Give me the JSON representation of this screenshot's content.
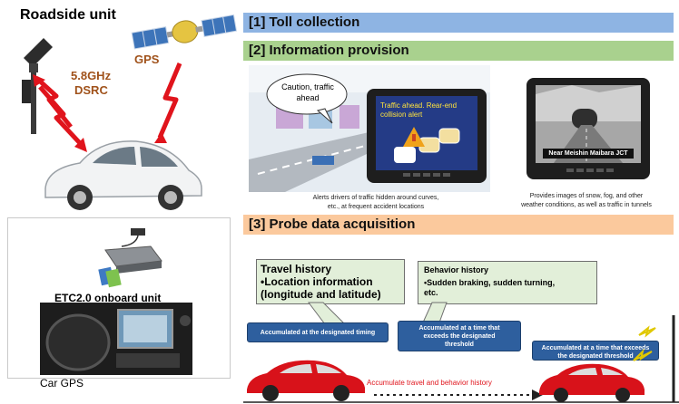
{
  "left": {
    "title": "Roadside unit",
    "dsrc_freq": "5.8GHz",
    "dsrc_label": "DSRC",
    "gps_label": "GPS",
    "onboard_label": "ETC2.0 onboard unit",
    "car_gps_label": "Car GPS"
  },
  "sections": {
    "toll": "[1] Toll collection",
    "info": "[2] Information provision",
    "probe": "[3] Probe data acquisition"
  },
  "info_provision": {
    "speech": "Caution, traffic ahead",
    "screen_alert_1": "Traffic ahead. Rear-end",
    "screen_alert_2": "collision alert",
    "caption_left_1": "Alerts drivers of traffic hidden around curves,",
    "caption_left_2": "etc., at frequent accident locations",
    "camera_label": "Near Meishin Maibara JCT",
    "caption_right_1": "Provides images of snow, fog, and other",
    "caption_right_2": "weather conditions, as well as traffic in tunnels"
  },
  "probe": {
    "travel_title": "Travel history",
    "travel_line1": "•Location information",
    "travel_line2": "(longitude and latitude)",
    "behavior_title": "Behavior history",
    "behavior_line1": "•Sudden braking, sudden turning,",
    "behavior_line2": "etc.",
    "box1": "Accumulated at the designated timing",
    "box2_l1": "Accumulated at a time that",
    "box2_l2": "exceeds the designated",
    "box2_l3": "threshold",
    "box3_l1": "Accumulated at a time that exceeds",
    "box3_l2": "the designated threshold",
    "accumulate_text": "Accumulate travel and behavior history"
  },
  "colors": {
    "toll_bar": "#8eb4e3",
    "info_bar": "#a9d18e",
    "probe_bar": "#fbc99d",
    "arrow_red": "#e0141c",
    "car_red": "#d8121a",
    "box_blue": "#2e5f9e"
  },
  "icons": [
    "roadside-antenna",
    "gps-satellite",
    "car",
    "etc-unit",
    "tablet-screen",
    "camera-screen",
    "red-car",
    "lightning"
  ]
}
